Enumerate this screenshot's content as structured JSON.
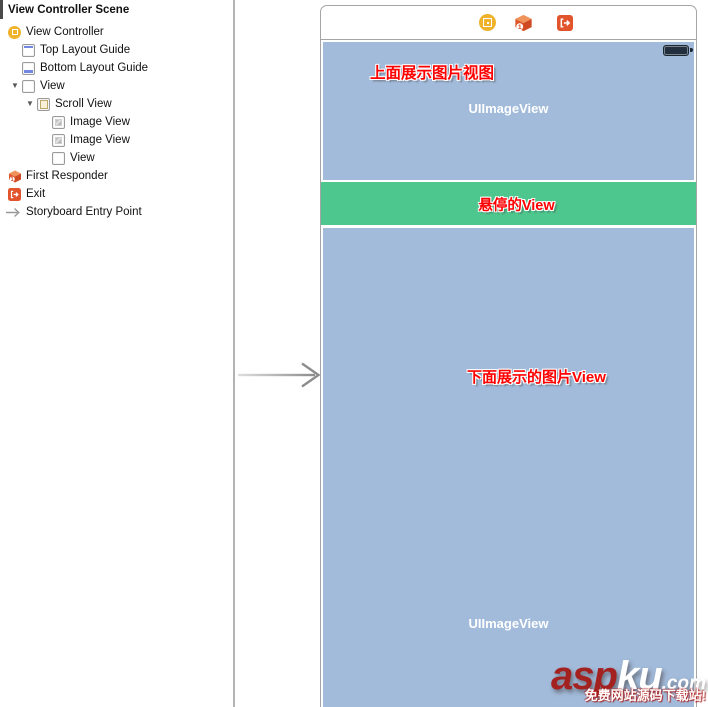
{
  "sidebar": {
    "scene_title": "View Controller Scene",
    "items": [
      {
        "label": "View Controller",
        "icon": "view-controller-icon"
      },
      {
        "label": "Top Layout Guide",
        "icon": "top-layout-guide-icon"
      },
      {
        "label": "Bottom Layout Guide",
        "icon": "bottom-layout-guide-icon"
      },
      {
        "label": "View",
        "icon": "view-icon"
      },
      {
        "label": "Scroll View",
        "icon": "scroll-view-icon"
      },
      {
        "label": "Image View",
        "icon": "image-view-icon"
      },
      {
        "label": "Image View",
        "icon": "image-view-icon"
      },
      {
        "label": "View",
        "icon": "view-icon"
      },
      {
        "label": "First Responder",
        "icon": "first-responder-icon"
      },
      {
        "label": "Exit",
        "icon": "exit-icon"
      },
      {
        "label": "Storyboard Entry Point",
        "icon": "entry-arrow-icon"
      }
    ]
  },
  "canvas": {
    "header_icons": [
      "view-controller-icon",
      "first-responder-icon",
      "exit-icon"
    ],
    "top_image_view": {
      "annotation": "上面展示图片视图",
      "label": "UIImageView"
    },
    "hover_view": {
      "annotation": "悬停的View"
    },
    "bottom_image_view": {
      "annotation": "下面展示的图片View",
      "label": "UIImageView"
    }
  },
  "watermark": {
    "brand_red": "asp",
    "brand_white": "ku",
    "domain": ".com",
    "tagline": "免费网站源码下载站!"
  },
  "colors": {
    "image_view_bg": "#a2bbda",
    "hover_view_bg": "#4dc78e",
    "annotation_red": "#ff0000",
    "icon_yellow": "#eeb22b",
    "icon_orange_red": "#e2542b",
    "brand_red": "#a32220"
  }
}
